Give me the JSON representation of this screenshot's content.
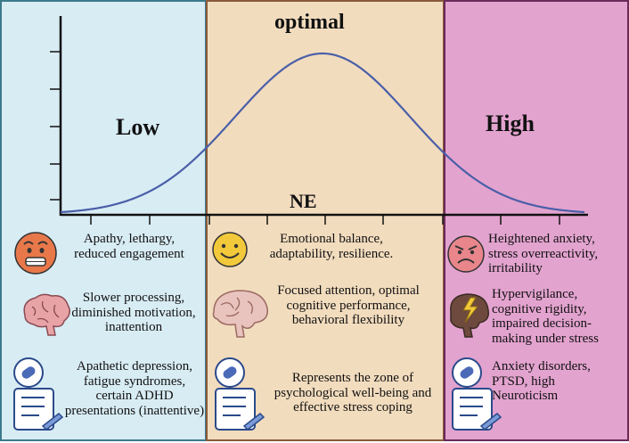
{
  "zones": {
    "low": {
      "title": "Low",
      "color": "#d8ecf4"
    },
    "optimal": {
      "title": "optimal",
      "color": "#f2dcbe"
    },
    "high": {
      "title": "High",
      "color": "#e3a3cf"
    }
  },
  "axis": {
    "x_label": "NE"
  },
  "curve": {
    "type": "bell",
    "color": "#4a5fa8"
  },
  "rows": {
    "mood": {
      "low": "Apathy, lethargy, reduced engagement",
      "optimal": "Emotional balance, adaptability, resilience.",
      "high": "Heightened anxiety, stress overreactivity, irritability",
      "icons": [
        "worried-face-icon",
        "smiling-face-icon",
        "angry-face-icon"
      ]
    },
    "cognition": {
      "low": "Slower processing, diminished motivation, inattention",
      "optimal": "Focused attention, optimal cognitive performance, behavioral flexibility",
      "high": "Hypervigilance, cognitive rigidity, impaired decision-making under stress",
      "icons": [
        "brain-icon",
        "brain-side-icon",
        "brain-lightning-icon"
      ]
    },
    "clinical": {
      "low": "Apathetic depression, fatigue syndromes, certain ADHD presentations (inattentive)",
      "optimal": "Represents the zone of psychological well-being and effective stress coping",
      "high": "Anxiety disorders, PTSD, high Neuroticism",
      "icons": [
        "prescription-icon",
        "prescription-icon",
        "prescription-icon"
      ]
    }
  }
}
